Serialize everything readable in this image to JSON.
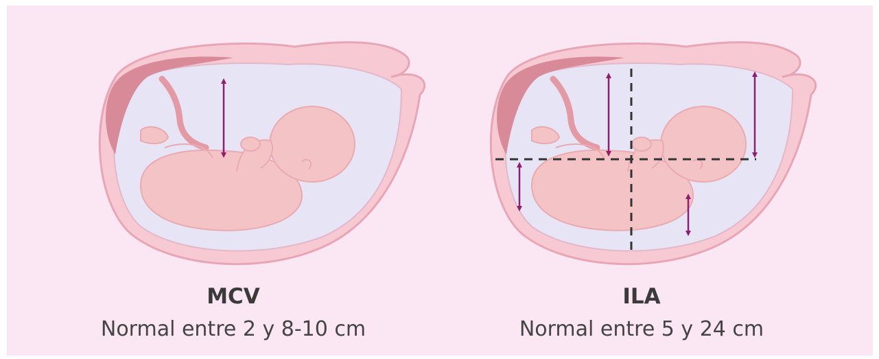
{
  "colors": {
    "background": "#fbe6f4",
    "uterus_wall": "#f6c9d3",
    "uterus_outline": "#e8a6b5",
    "placenta": "#d88a99",
    "amniotic_fluid": "#e6e4f5",
    "fetus": "#f4c3c6",
    "fetus_shade": "#e9aab0",
    "cord": "#e49aa5",
    "arrow": "#8e1f6e",
    "dashed_line": "#333333"
  },
  "left": {
    "title": "MCV",
    "subtitle": "Normal entre 2 y 8-10 cm"
  },
  "right": {
    "title": "ILA",
    "subtitle": "Normal entre 5 y 24 cm"
  }
}
